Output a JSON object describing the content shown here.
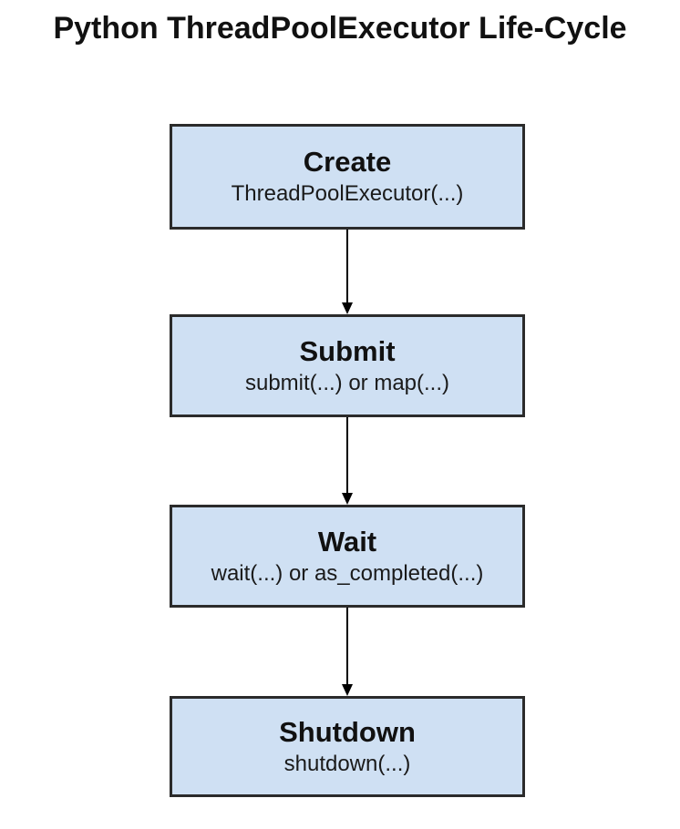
{
  "title": "Python ThreadPoolExecutor Life-Cycle",
  "colors": {
    "box_fill": "#cfe0f3",
    "box_border": "#2b2b2b",
    "arrow": "#000000",
    "text": "#111111"
  },
  "diagram": {
    "type": "flowchart",
    "direction": "top-down",
    "nodes": [
      {
        "id": "create",
        "label": "Create",
        "sublabel": "ThreadPoolExecutor(...)"
      },
      {
        "id": "submit",
        "label": "Submit",
        "sublabel": "submit(...) or map(...)"
      },
      {
        "id": "wait",
        "label": "Wait",
        "sublabel": "wait(...) or as_completed(...)"
      },
      {
        "id": "shutdown",
        "label": "Shutdown",
        "sublabel": "shutdown(...)"
      }
    ],
    "edges": [
      {
        "from": "create",
        "to": "submit"
      },
      {
        "from": "submit",
        "to": "wait"
      },
      {
        "from": "wait",
        "to": "shutdown"
      }
    ]
  }
}
